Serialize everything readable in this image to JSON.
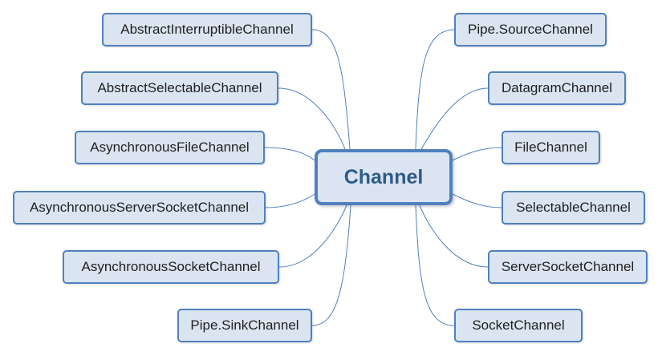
{
  "central": {
    "label": "Channel"
  },
  "left_nodes": [
    {
      "label": "AbstractInterruptibleChannel"
    },
    {
      "label": "AbstractSelectableChannel"
    },
    {
      "label": "AsynchronousFileChannel"
    },
    {
      "label": "AsynchronousServerSocketChannel"
    },
    {
      "label": "AsynchronousSocketChannel"
    },
    {
      "label": "Pipe.SinkChannel"
    }
  ],
  "right_nodes": [
    {
      "label": "Pipe.SourceChannel"
    },
    {
      "label": "DatagramChannel"
    },
    {
      "label": "FileChannel"
    },
    {
      "label": "SelectableChannel"
    },
    {
      "label": "ServerSocketChannel"
    },
    {
      "label": "SocketChannel"
    }
  ],
  "colors": {
    "node_fill": "#dbe5f1",
    "node_border": "#4f81bd",
    "connector": "#4f81bd",
    "central_text": "#2e5c8a"
  }
}
